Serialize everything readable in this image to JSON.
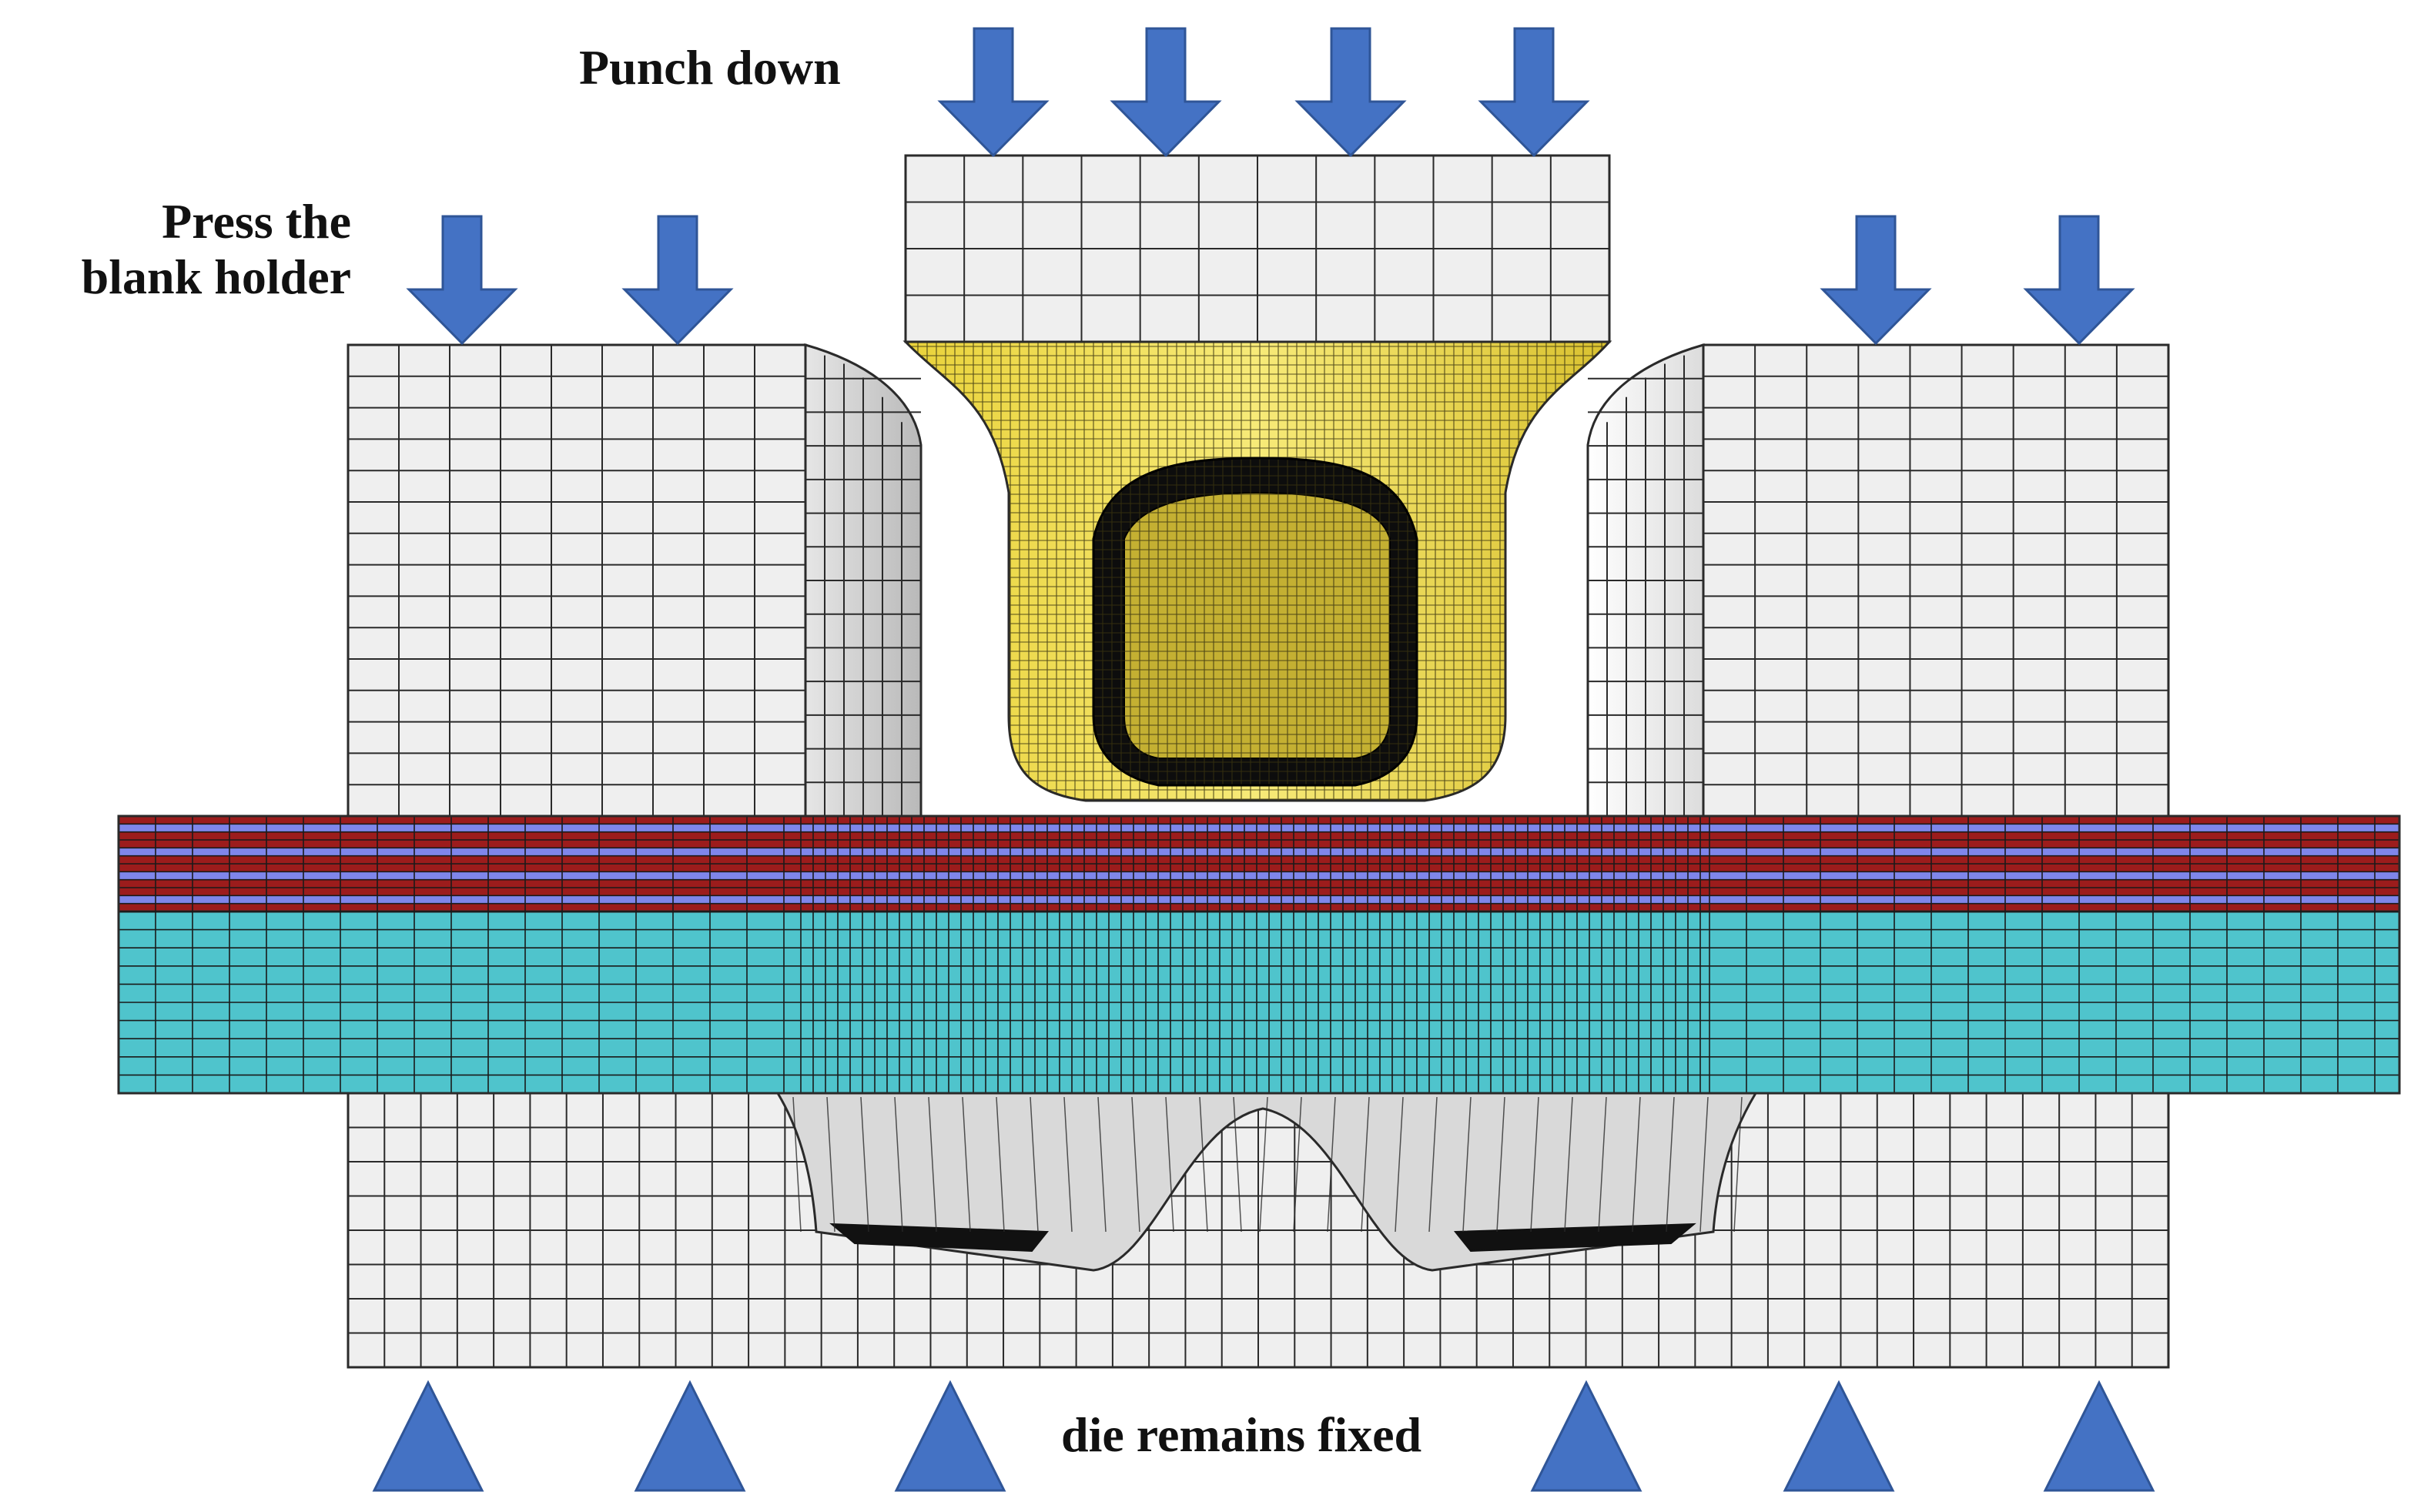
{
  "labels": {
    "punch": "Punch down",
    "holder_line1": "Press the",
    "holder_line2": "blank holder",
    "die": "die remains fixed"
  },
  "colors": {
    "arrow": "#4472C4",
    "arrow_stroke": "#2f5597",
    "tool_fill": "#efefef",
    "mesh_line": "#2a2a2a",
    "rivet": "#f2e24a",
    "sheet_red": "#9c1c1c",
    "sheet_blue": "#7f86ea",
    "sheet_cyan": "#4fc4cc"
  },
  "icons": {
    "down_arrow": "down-arrow-icon",
    "fixed_support": "triangle-support-icon"
  }
}
